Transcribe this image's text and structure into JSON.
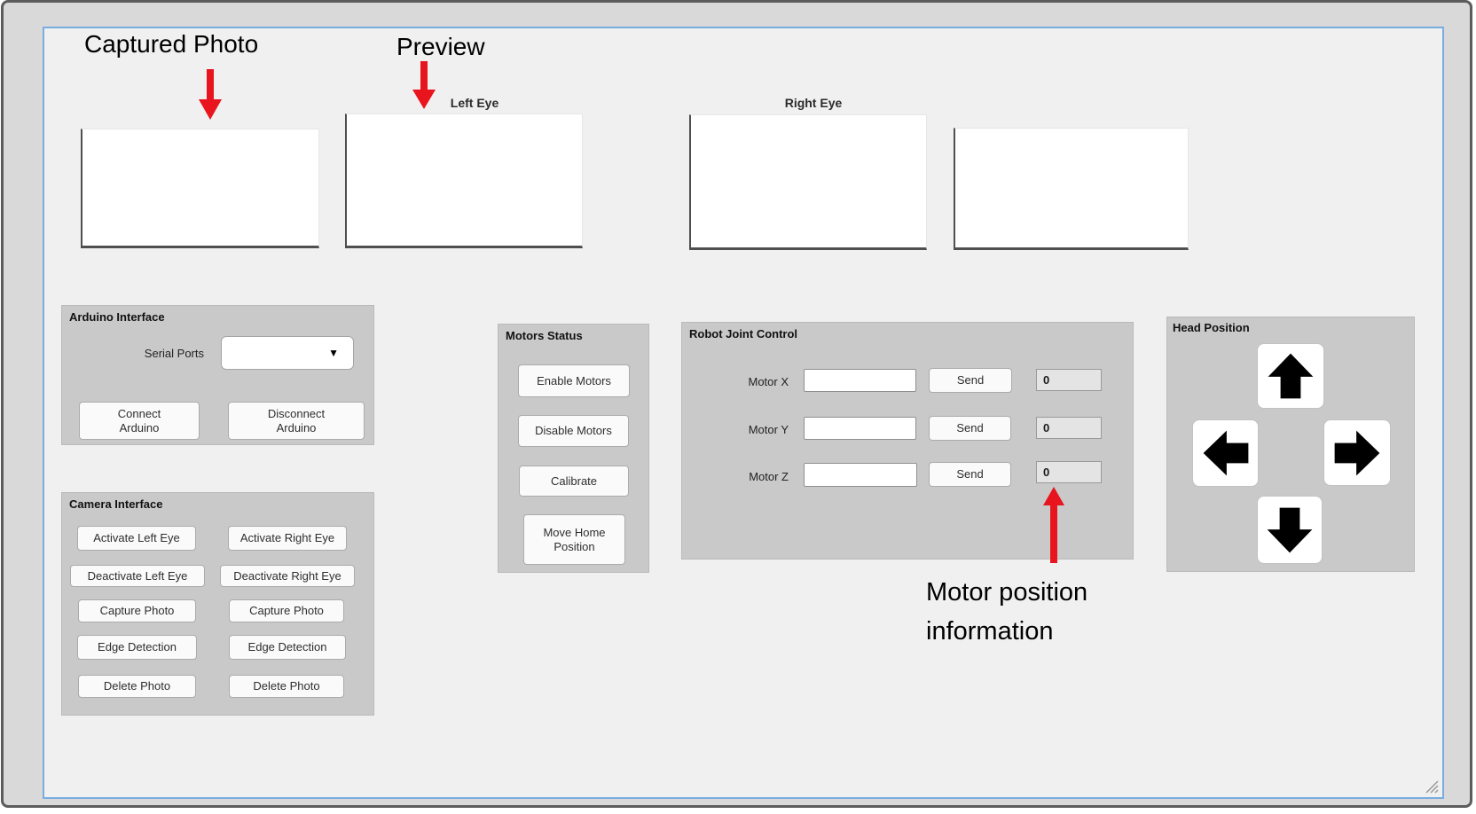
{
  "colors": {
    "outer_fill": "#d9d9d9",
    "outer_border": "#5c5c5c",
    "window_border_blue": "#79ade0",
    "window_bg": "#f0f0f0",
    "panel_bg": "#c9c9c9",
    "accent_red": "#e8141e"
  },
  "annotations": {
    "captured_photo": "Captured Photo",
    "preview": "Preview",
    "motor_position_info": "Motor position\ninformation"
  },
  "axes_panels": {
    "left_eye_label": "Left Eye",
    "right_eye_label": "Right Eye"
  },
  "arduino_interface": {
    "title": "Arduino Interface",
    "serial_ports_label": "Serial Ports",
    "dropdown_value": "",
    "dropdown_arrow": "▼",
    "connect_button": "Connect\nArduino",
    "disconnect_button": "Disconnect\nArduino"
  },
  "camera_interface": {
    "title": "Camera Interface",
    "left_buttons": [
      "Activate Left Eye",
      "Deactivate Left Eye",
      "Capture Photo",
      "Edge Detection",
      "Delete Photo"
    ],
    "right_buttons": [
      "Activate Right Eye",
      "Deactivate Right Eye",
      "Capture Photo",
      "Edge Detection",
      "Delete Photo"
    ]
  },
  "motors_status": {
    "title": "Motors Status",
    "buttons": [
      "Enable Motors",
      "Disable Motors",
      "Calibrate",
      "Move Home\nPosition"
    ]
  },
  "robot_joint_control": {
    "title": "Robot Joint Control",
    "send_label": "Send",
    "rows": [
      {
        "label": "Motor X",
        "input_value": "",
        "position": "0"
      },
      {
        "label": "Motor Y",
        "input_value": "",
        "position": "0"
      },
      {
        "label": "Motor Z",
        "input_value": "",
        "position": "0"
      }
    ]
  },
  "head_position": {
    "title": "Head Position",
    "arrows": [
      "up",
      "left",
      "right",
      "down"
    ]
  }
}
